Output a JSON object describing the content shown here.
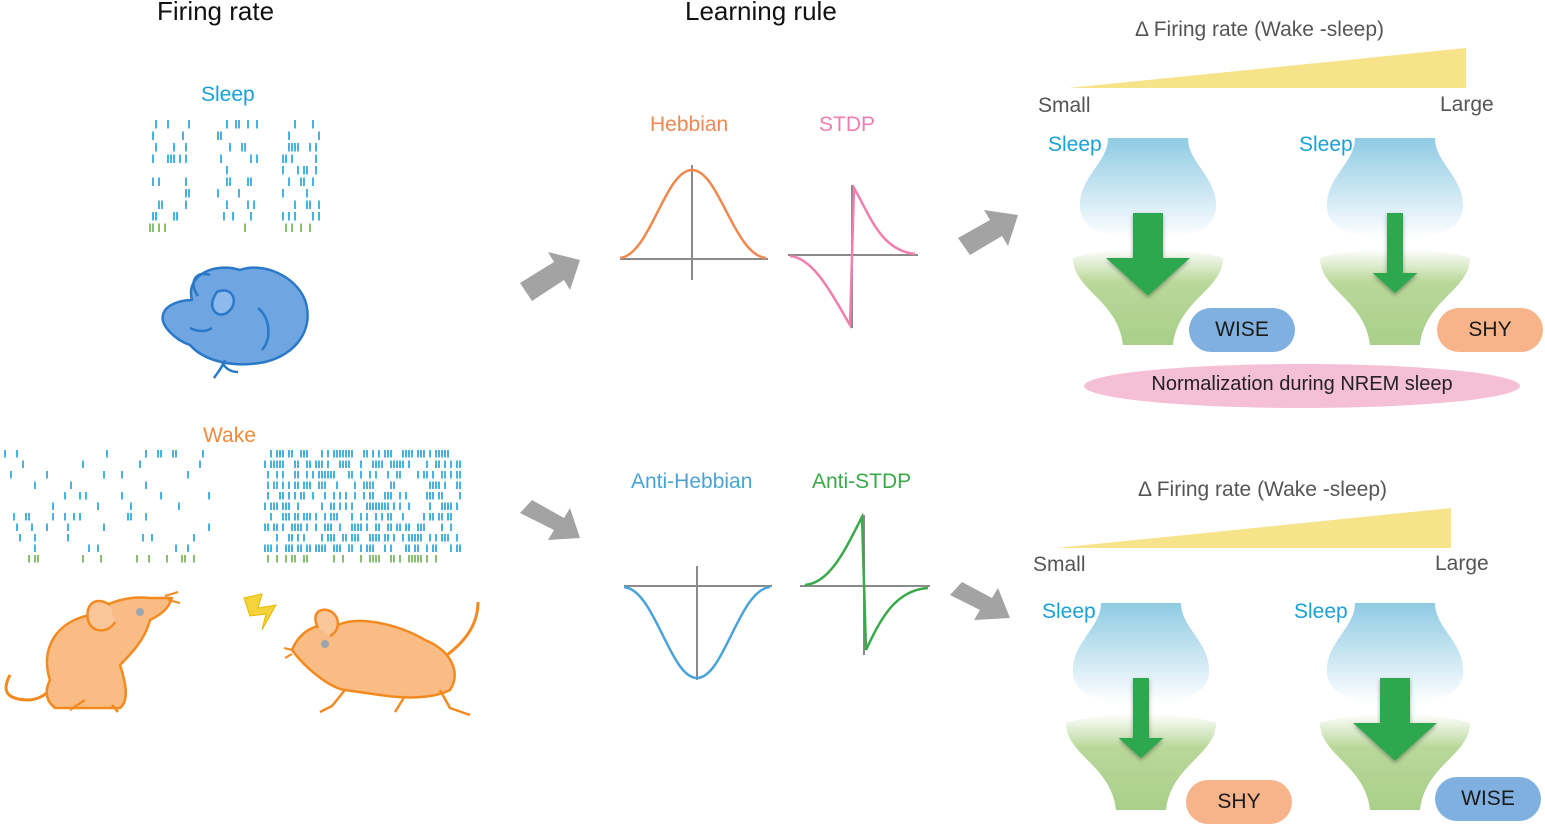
{
  "headers": {
    "firing_rate": "Firing rate",
    "learning_rule": "Learning rule"
  },
  "states": {
    "sleep": "Sleep",
    "wake": "Wake"
  },
  "rules": {
    "hebbian": "Hebbian",
    "stdp": "STDP",
    "anti_hebbian": "Anti-Hebbian",
    "anti_stdp": "Anti-STDP"
  },
  "delta_label": "Δ Firing rate (Wake -sleep)",
  "scale": {
    "small": "Small",
    "large": "Large"
  },
  "top_panel": {
    "left_sleep": "Sleep",
    "right_sleep": "Sleep",
    "left_badge": "WISE",
    "right_badge": "SHY",
    "normalization": "Normalization during NREM sleep"
  },
  "bottom_panel": {
    "left_sleep": "Sleep",
    "right_sleep": "Sleep",
    "left_badge": "SHY",
    "right_badge": "WISE"
  },
  "colors": {
    "sleep_blue": "#1aa0d8",
    "wake_orange": "#f08a3c",
    "hebbian": "#f0884f",
    "stdp": "#f07fb0",
    "anti_hebbian": "#4aa3d8",
    "anti_stdp": "#3aa94a",
    "arrow_gray": "#a3a3a3",
    "synapse_green": "#2fa84f",
    "wise_badge": "#7fb0e0",
    "shy_badge": "#f7b48a",
    "norm_pill": "#f5bfd6",
    "wedge": "#f7e38a"
  }
}
